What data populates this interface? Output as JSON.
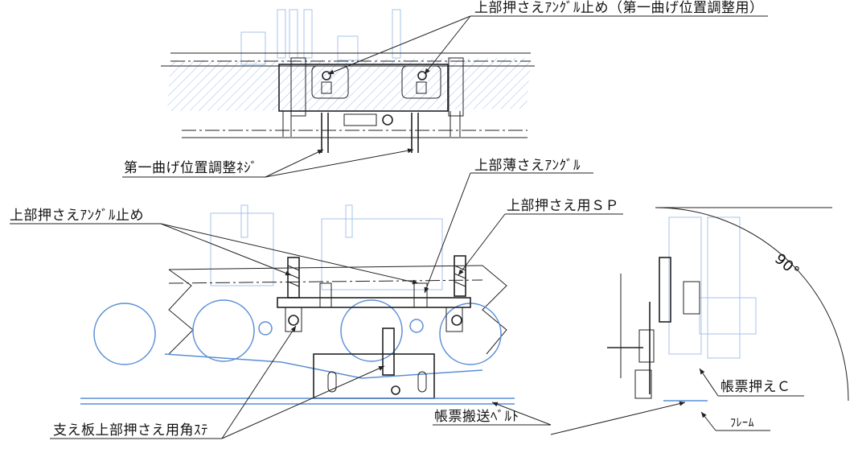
{
  "labels": {
    "top_angle_stop_adjust": "上部押さえｱﾝｸﾞﾙ止め（第一曲げ位置調整用）",
    "first_bend_screw": "第一曲げ位置調整ﾈｼﾞ",
    "upper_angle_stop": "上部押さえｱﾝｸﾞﾙ止め",
    "upper_thin_angle": "上部薄さえｱﾝｸﾞﾙ",
    "upper_sp": "上部押さえ用ＳＰ",
    "support_plate_stay": "支え板上部押さえ用角ｽﾃ",
    "conveyor_belt": "帳票搬送ﾍﾞﾙﾄ",
    "form_holder_c": "帳票押えＣ",
    "frame": "ﾌﾚｰﾑ",
    "angle_90": "90°"
  },
  "colors": {
    "line": "#222222",
    "blue": "#5b8fd6",
    "light_blue": "#a7c3ea"
  }
}
